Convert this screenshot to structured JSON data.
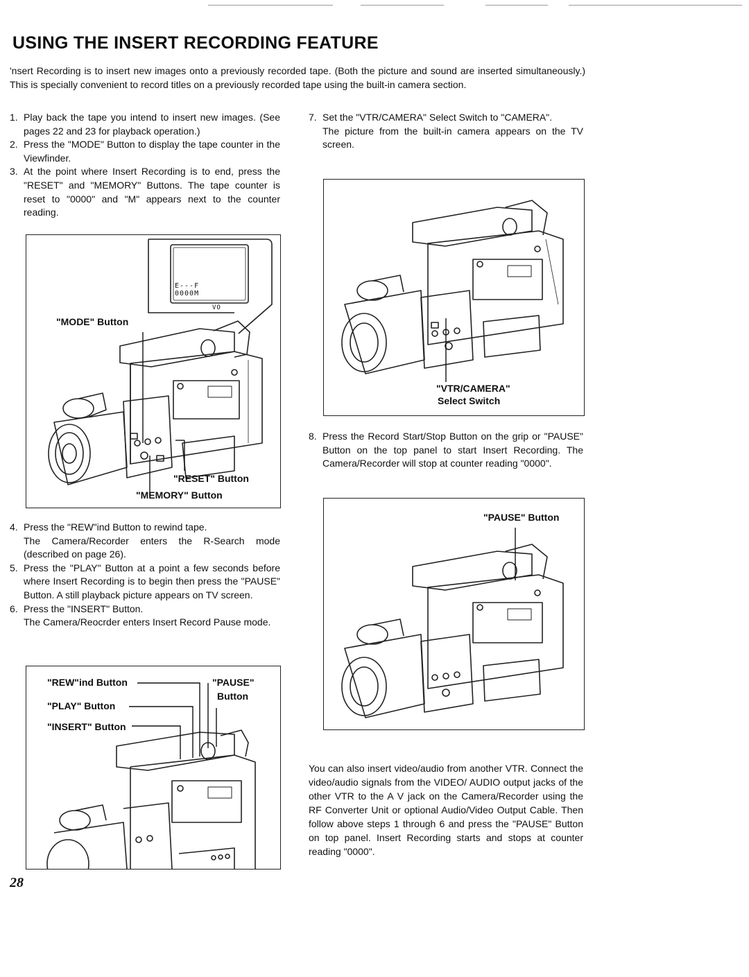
{
  "title": "USING THE INSERT RECORDING FEATURE",
  "intro": "'nsert Recording is to insert new images onto a previously recorded tape. (Both the picture and sound are inserted simultaneously.) This is specially convenient to record titles on a previously recorded tape using the built-in camera section.",
  "left_steps": [
    {
      "num": "1.",
      "text": "Play back the tape you intend to insert new images. (See pages 22 and 23 for playback operation.)"
    },
    {
      "num": "2.",
      "text": "Press the \"MODE\" Button to display the tape counter in the Viewfinder."
    },
    {
      "num": "3.",
      "text": "At the point where Insert Recording is to end, press the \"RESET\" and \"MEMORY\" Buttons. The tape counter is reset to \"0000\" and \"M\" appears next to the counter reading."
    }
  ],
  "steps_4_6": [
    {
      "num": "4.",
      "text": "Press the \"REW\"ind Button to rewind tape.",
      "note": "The Camera/Recorder enters the R-Search mode (described on page 26)."
    },
    {
      "num": "5.",
      "text": "Press the \"PLAY\" Button at a point a few seconds before where Insert Recording is to begin then press the \"PAUSE\" Button. A still playback picture appears on TV screen.",
      "note": ""
    },
    {
      "num": "6.",
      "text": "Press the \"INSERT\" Button.",
      "note": "The Camera/Reocrder enters Insert Record Pause mode."
    }
  ],
  "step7": {
    "num": "7.",
    "text": "Set the \"VTR/CAMERA\" Select Switch to \"CAMERA\".",
    "note": "The picture from the built-in camera appears on the TV screen."
  },
  "step8": {
    "num": "8.",
    "text": "Press the Record Start/Stop Button on the grip or \"PAUSE\" Button on the top panel to start Insert Recording. The Camera/Recorder will stop at counter reading \"0000\"."
  },
  "closing": "You can also insert video/audio from another VTR. Connect the video/audio signals from the VIDEO/ AUDIO output jacks of the other VTR to the A V jack on the Camera/Recorder using the RF Converter Unit or optional Audio/Video Output Cable. Then follow above steps 1 through 6 and press the \"PAUSE\" Button on top panel. Insert Recording starts and stops at counter reading \"0000\".",
  "fig1": {
    "vf_line1": "E---F",
    "vf_line2": "0000M",
    "vf_line3": "VO",
    "mode_label": "\"MODE\" Button",
    "reset_label": "\"RESET\" Button",
    "memory_label": "\"MEMORY\" Button"
  },
  "fig2": {
    "switch_label_1": "\"VTR/CAMERA\"",
    "switch_label_2": "Select Switch"
  },
  "fig3": {
    "pause_label": "\"PAUSE\" Button"
  },
  "fig4": {
    "rew_label": "\"REW\"ind Button",
    "play_label": "\"PLAY\" Button",
    "insert_label": "\"INSERT\" Button",
    "pause_label_1": "\"PAUSE\"",
    "pause_label_2": "Button"
  },
  "page_number": "28"
}
